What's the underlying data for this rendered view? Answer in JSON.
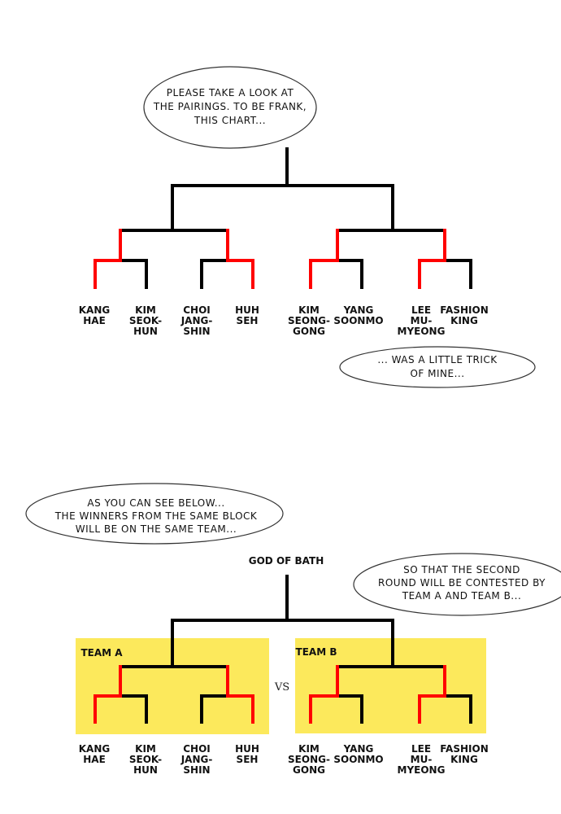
{
  "bubbles": {
    "top": [
      "PLEASE TAKE A LOOK AT",
      "THE PAIRINGS. TO BE FRANK,",
      "THIS CHART..."
    ],
    "trick": [
      "... WAS A LITTLE TRICK",
      "OF MINE..."
    ],
    "same_block": [
      "AS YOU CAN SEE BELOW...",
      "THE WINNERS FROM THE SAME BLOCK",
      "WILL BE ON THE SAME TEAM..."
    ],
    "second_round": [
      "SO THAT THE SECOND",
      "ROUND WILL BE CONTESTED BY",
      "TEAM A AND TEAM B..."
    ]
  },
  "participants": [
    {
      "lines": [
        "KANG",
        "HAE"
      ],
      "winner": true
    },
    {
      "lines": [
        "KIM",
        "SEOK-",
        "HUN"
      ],
      "winner": false
    },
    {
      "lines": [
        "CHOI",
        "JANG-",
        "SHIN"
      ],
      "winner": false
    },
    {
      "lines": [
        "HUH",
        "SEH"
      ],
      "winner": true
    },
    {
      "lines": [
        "KIM",
        "SEONG-",
        "GONG"
      ],
      "winner": true
    },
    {
      "lines": [
        "YANG",
        "SOONMO"
      ],
      "winner": false
    },
    {
      "lines": [
        "LEE",
        "MU-",
        "MYEONG"
      ],
      "winner": true
    },
    {
      "lines": [
        "FASHION",
        "KING"
      ],
      "winner": false
    }
  ],
  "final_title": "GOD OF BATH",
  "team_a": "TEAM A",
  "team_b": "TEAM B",
  "vs": "VS",
  "colors": {
    "winner_path": "#ff0000",
    "team_box": "#fce95c"
  }
}
